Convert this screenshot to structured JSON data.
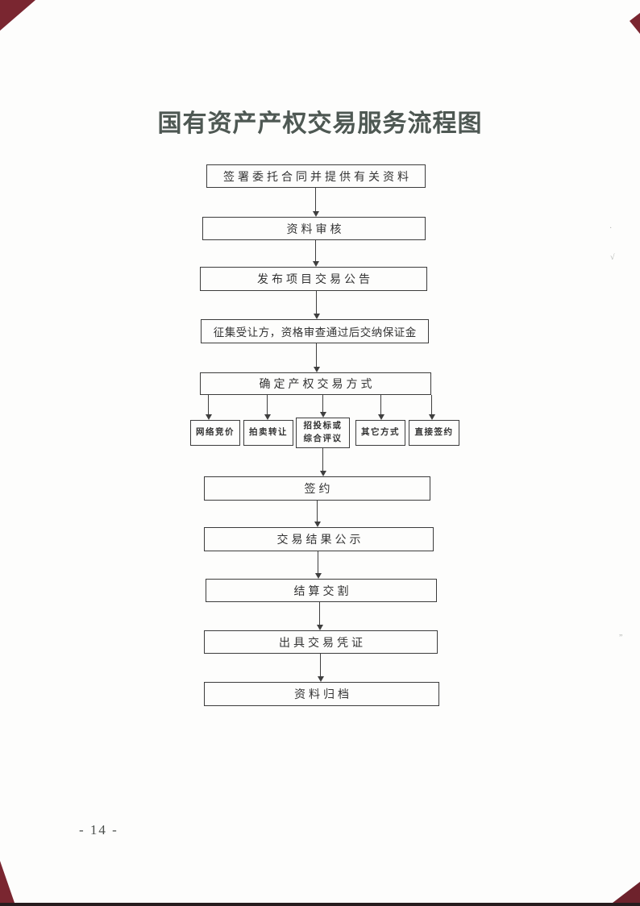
{
  "page": {
    "title": "国有资产产权交易服务流程图",
    "page_number": "- 14 -"
  },
  "flowchart": {
    "type": "flowchart",
    "main_steps": [
      "签署委托合同并提供有关资料",
      "资料审核",
      "发布项目交易公告",
      "征集受让方，资格审查通过后交纳保证金",
      "确定产权交易方式"
    ],
    "methods": [
      "网络竞价",
      "拍卖转让",
      "招投标或\n综合评议",
      "其它方式",
      "直接签约"
    ],
    "post_steps": [
      "签约",
      "交易结果公示",
      "结算交割",
      "出具交易凭证",
      "资料归档"
    ]
  },
  "pencil_marks": {
    "dot": "·",
    "check": "√",
    "quote": "”"
  },
  "colors": {
    "box_border": "#3c3c3c",
    "box_text": "#333333",
    "title_text": "#4e5853",
    "scan_mark": "#7a2630",
    "bottom_strip": "#271c1e",
    "paper": "#fdfdfc"
  }
}
